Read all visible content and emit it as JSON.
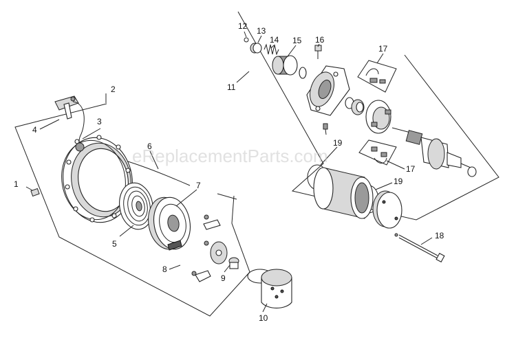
{
  "watermark": "eReplacementParts.com",
  "callouts": {
    "c1": "1",
    "c2": "2",
    "c3": "3",
    "c4": "4",
    "c5": "5",
    "c6": "6",
    "c7": "7",
    "c8": "8",
    "c9": "9",
    "c10": "10",
    "c11": "11",
    "c12": "12",
    "c13": "13",
    "c14": "14",
    "c15": "15",
    "c16": "16",
    "c17a": "17",
    "c17b": "17",
    "c18": "18",
    "c19a": "19",
    "c19b": "19"
  }
}
